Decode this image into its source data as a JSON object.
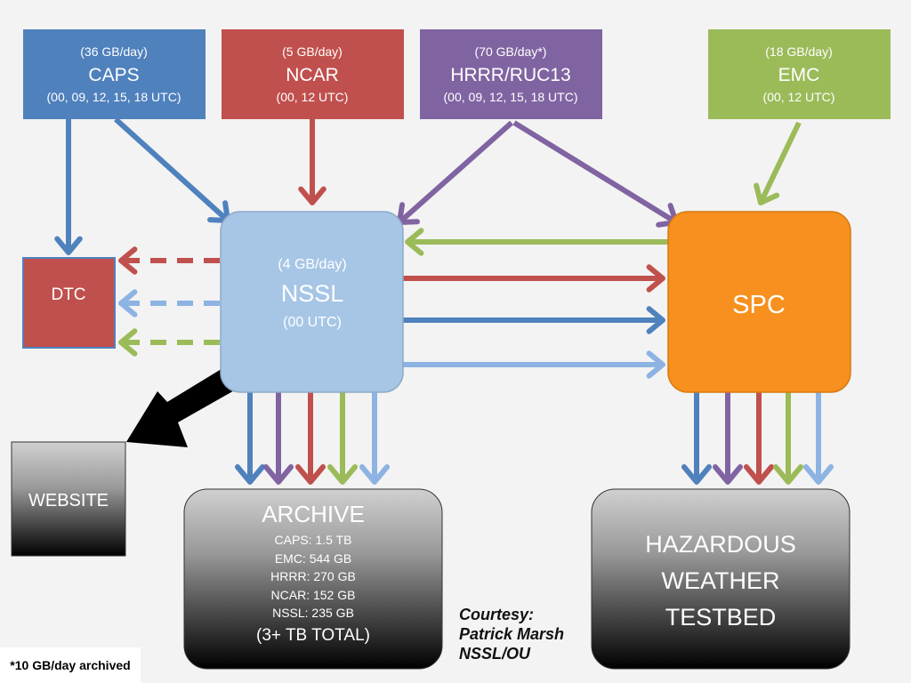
{
  "sources": {
    "caps": {
      "rate": "(36 GB/day)",
      "name": "CAPS",
      "times": "(00, 09, 12, 15, 18 UTC)"
    },
    "ncar": {
      "rate": "(5 GB/day)",
      "name": "NCAR",
      "times": "(00, 12 UTC)"
    },
    "hrrr": {
      "rate": "(70 GB/day*)",
      "name": "HRRR/RUC13",
      "times": "(00, 09, 12, 15, 18 UTC)"
    },
    "emc": {
      "rate": "(18 GB/day)",
      "name": "EMC",
      "times": "(00, 12 UTC)"
    }
  },
  "nssl": {
    "rate": "(4 GB/day)",
    "name": "NSSL",
    "times": "(00 UTC)"
  },
  "dtc": {
    "name": "DTC"
  },
  "spc": {
    "name": "SPC"
  },
  "website": {
    "name": "WEBSITE"
  },
  "archive": {
    "title": "ARCHIVE",
    "lines": [
      "CAPS: 1.5 TB",
      "EMC: 544 GB",
      "HRRR: 270 GB",
      "NCAR: 152 GB",
      "NSSL: 235 GB"
    ],
    "total": "(3+ TB TOTAL)"
  },
  "hwt": {
    "lines": [
      "HAZARDOUS",
      "WEATHER",
      "TESTBED"
    ]
  },
  "courtesy": {
    "lines": [
      "Courtesy:",
      "Patrick Marsh",
      "NSSL/OU"
    ]
  },
  "footnote": "*10 GB/day archived",
  "colors": {
    "caps": "#4f81bd",
    "ncar": "#c0504d",
    "hrrr": "#8064a2",
    "emc": "#9bbb59",
    "nssl": "#a7c6e6",
    "nssl_arrow": "#8db3e2",
    "spc": "#f79b1f",
    "gray_top": "#c8c8c8",
    "gray_bottom": "#000000"
  }
}
